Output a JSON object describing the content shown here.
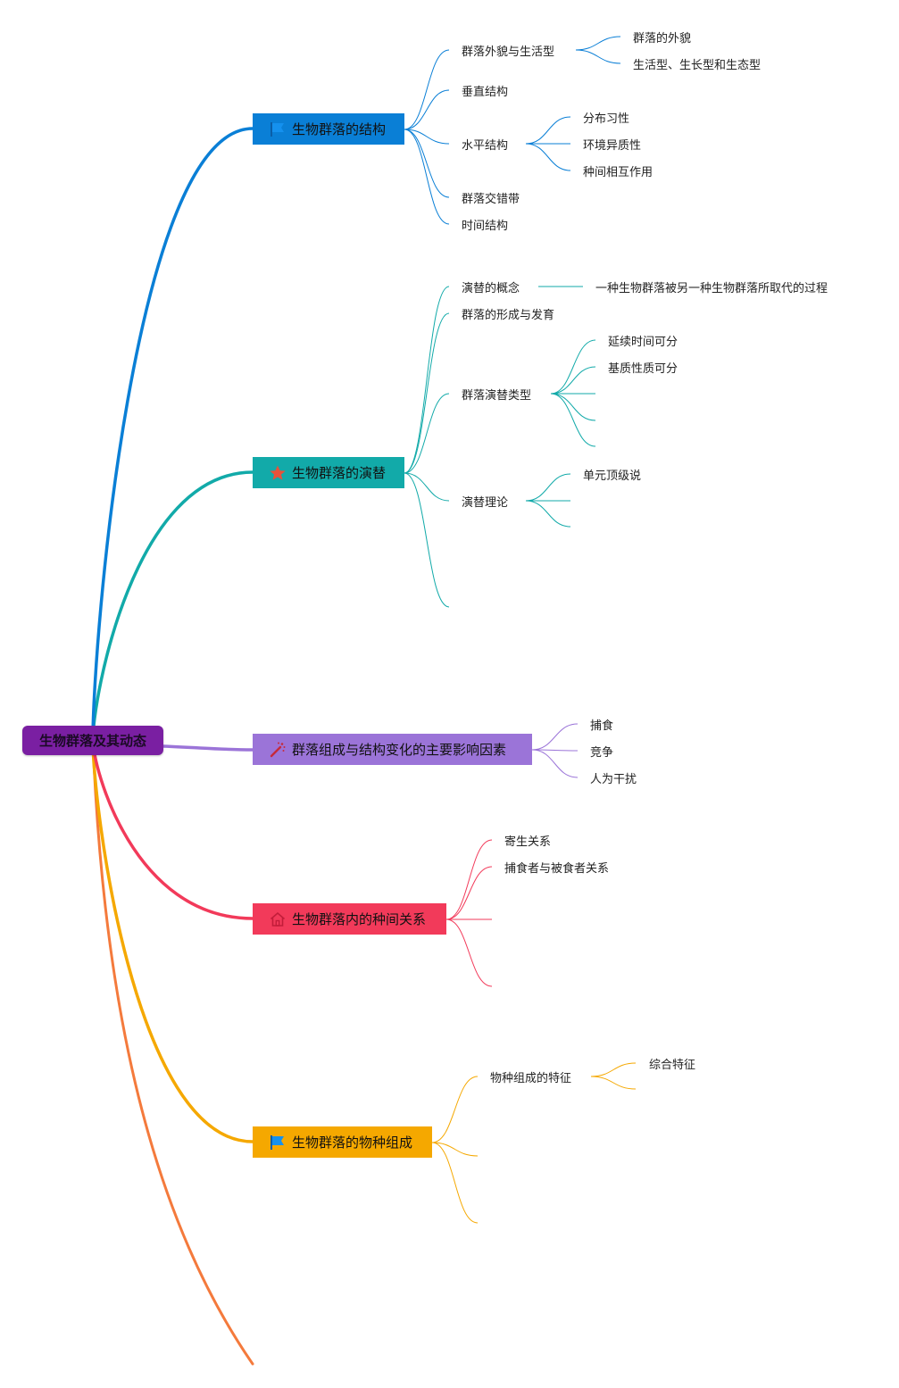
{
  "root": {
    "label": "生物群落及其动态",
    "color": "#7a1fa2"
  },
  "branches": [
    {
      "label": "生物群落的结构",
      "color": "#0a7fd6",
      "icon": "flag-icon",
      "children": [
        {
          "label": "群落外貌与生活型",
          "children": [
            "群落的外貌",
            "生活型、生长型和生态型"
          ]
        },
        {
          "label": "垂直结构"
        },
        {
          "label": "水平结构",
          "children": [
            "分布习性",
            "环境异质性",
            "种间相互作用"
          ]
        },
        {
          "label": "群落交错带"
        },
        {
          "label": "时间结构"
        }
      ]
    },
    {
      "label": "生物群落的演替",
      "color": "#12aaa9",
      "icon": "star-icon",
      "children": [
        {
          "label": "演替的概念",
          "children": [
            "一种生物群落被另一种生物群落所取代的过程"
          ]
        },
        {
          "label": "群落的形成与发育"
        },
        {
          "label": "群落演替类型",
          "children": [
            "延续时间可分",
            "基质性质可分",
            "",
            "",
            ""
          ]
        },
        {
          "label": "演替理论",
          "children": [
            "单元顶级说",
            "",
            ""
          ]
        },
        {
          "label": ""
        }
      ]
    },
    {
      "label": "群落组成与结构变化的主要影响因素",
      "color": "#9b74d8",
      "icon": "magic-wand-icon",
      "children": [
        {
          "label": "捕食"
        },
        {
          "label": "竞争"
        },
        {
          "label": "人为干扰"
        }
      ]
    },
    {
      "label": "生物群落内的种间关系",
      "color": "#f23a5a",
      "icon": "house-icon",
      "children": [
        {
          "label": "寄生关系"
        },
        {
          "label": "捕食者与被食者关系"
        },
        {
          "label": ""
        },
        {
          "label": ""
        }
      ]
    },
    {
      "label": "生物群落的物种组成",
      "color": "#f5a800",
      "icon": "flag-icon",
      "children": [
        {
          "label": "物种组成的特征",
          "children": [
            "综合特征",
            ""
          ]
        },
        {
          "label": ""
        },
        {
          "label": ""
        }
      ]
    }
  ],
  "extra_branch": {
    "label": "",
    "color": "#f47a3c"
  }
}
